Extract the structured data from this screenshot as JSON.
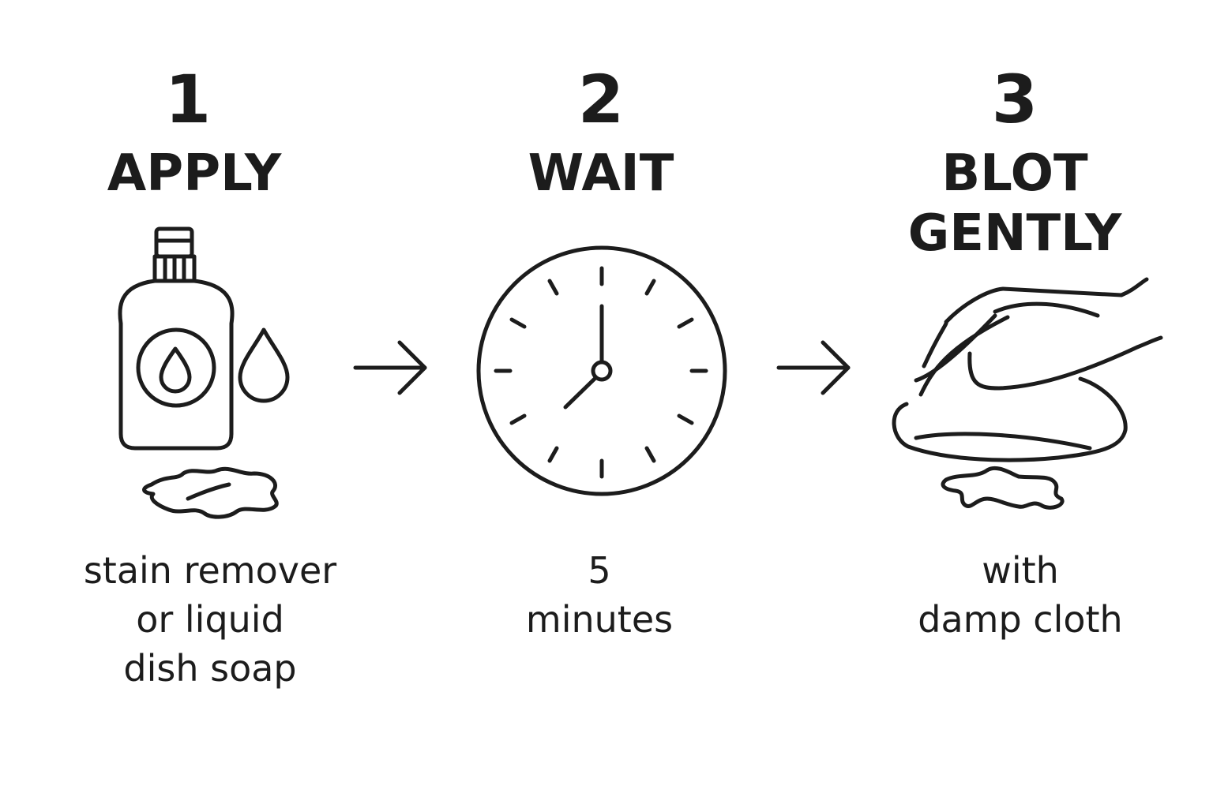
{
  "steps": [
    {
      "number": "1",
      "title": [
        "APPLY"
      ],
      "description": [
        "stain remover",
        "or liquid",
        "dish soap"
      ],
      "icon": "spray-bottle-icon"
    },
    {
      "number": "2",
      "title": [
        "WAIT"
      ],
      "description": [
        "5",
        "minutes"
      ],
      "icon": "clock-icon"
    },
    {
      "number": "3",
      "title": [
        "BLOT",
        "GENTLY"
      ],
      "description": [
        "with",
        "damp cloth"
      ],
      "icon": "hand-blotting-cloth-icon"
    }
  ],
  "arrows": [
    "arrow-right-icon",
    "arrow-right-icon"
  ],
  "colors": {
    "ink": "#1c1c1c",
    "background": "#ffffff"
  }
}
